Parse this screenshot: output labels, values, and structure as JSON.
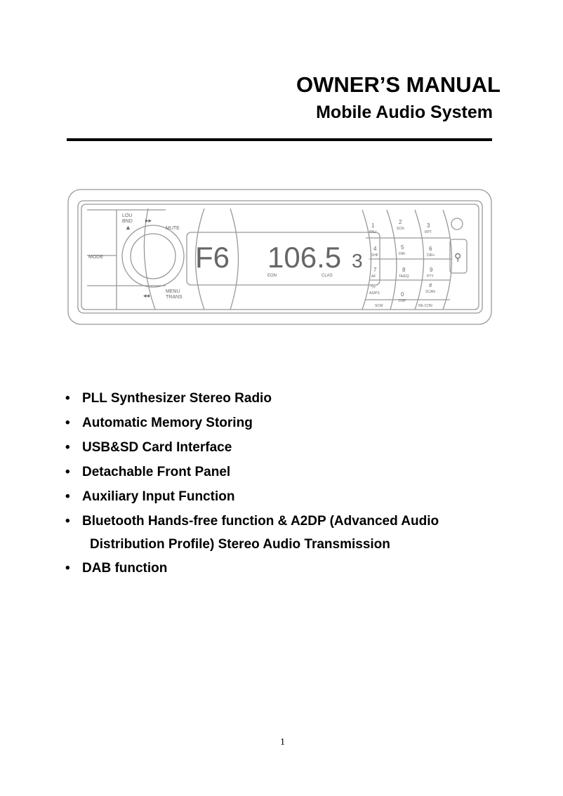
{
  "header": {
    "title": "OWNER’S MANUAL",
    "subtitle": "Mobile Audio System"
  },
  "device_panel": {
    "display": {
      "band": "F6",
      "frequency": "106.5",
      "preset": "3",
      "indicators": [
        "EON",
        "CLAS"
      ]
    },
    "buttons": {
      "lou": "LOU",
      "bnd": "BND",
      "mute": "MUTE",
      "mode": "MODE",
      "menu": "MENU",
      "trans": "TRANS",
      "keys": [
        {
          "num": "1",
          "label": "PAU"
        },
        {
          "num": "2",
          "label": "SCN"
        },
        {
          "num": "3",
          "label": "RPT"
        },
        {
          "num": "4",
          "label": "SHF"
        },
        {
          "num": "5",
          "label": "DIR-"
        },
        {
          "num": "6",
          "label": "DIR+"
        },
        {
          "num": "7",
          "label": "AF"
        },
        {
          "num": "8",
          "label": "TA/EQ"
        },
        {
          "num": "9",
          "label": "PTY"
        },
        {
          "num": "*/+",
          "label": "AS/PS"
        },
        {
          "num": "0",
          "label": "DSP"
        },
        {
          "num": "#",
          "label": "SCAN"
        }
      ],
      "bottom": [
        "SCM",
        "RE-CON"
      ]
    }
  },
  "features": [
    "PLL Synthesizer Stereo Radio",
    "Automatic Memory Storing",
    "USB&SD Card Interface",
    "Detachable Front Panel",
    "Auxiliary Input Function",
    "Bluetooth Hands-free function & A2DP (Advanced Audio",
    "Distribution Profile) Stereo Audio Transmission",
    "DAB function"
  ],
  "bullet": "•",
  "page_number": "1"
}
